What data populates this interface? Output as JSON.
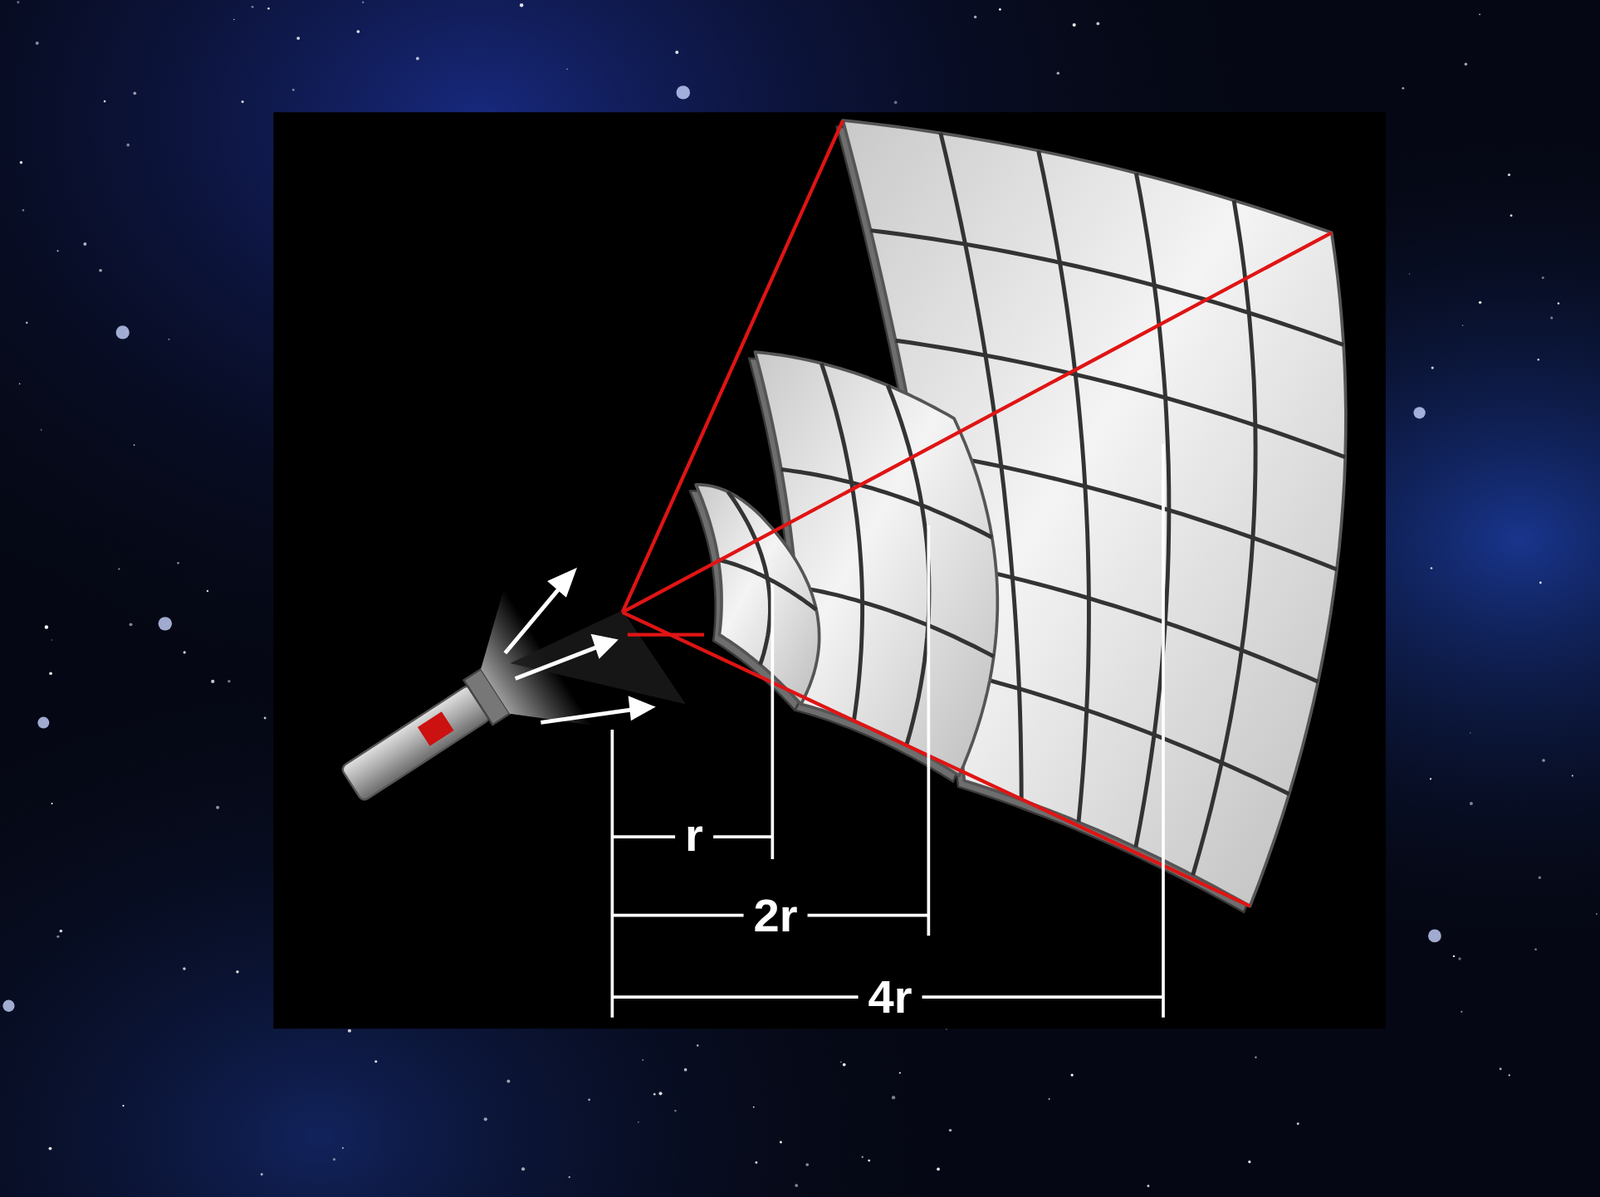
{
  "diagram": {
    "labels": [
      "r",
      "2r",
      "4r"
    ]
  }
}
